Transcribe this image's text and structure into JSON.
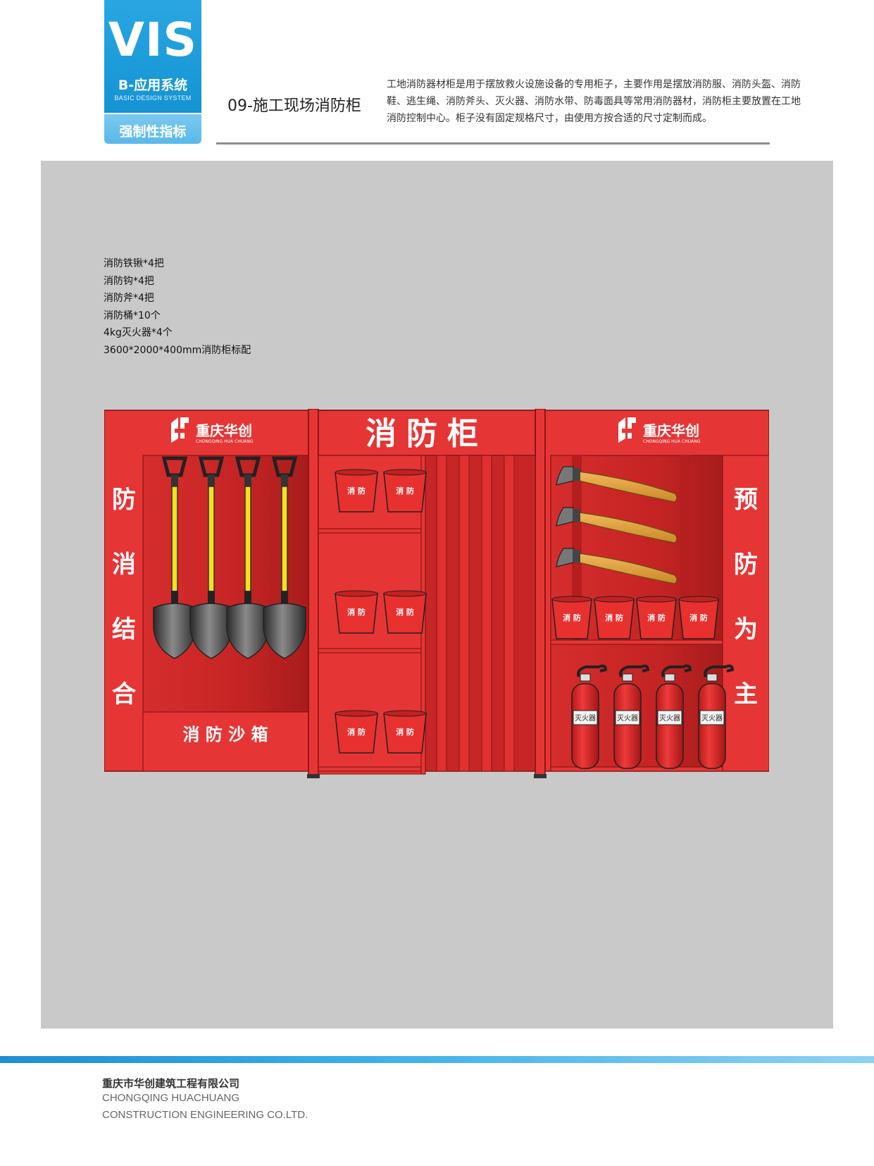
{
  "header": {
    "badge_title": "VIS",
    "badge_subtitle": "B-应用系统",
    "badge_subtitle_en": "BASIC DESIGN SYSTEM",
    "badge_tag": "强制性指标",
    "section_title": "09-施工现场消防柜",
    "description": "工地消防器材柜是用于摆放救火设施设备的专用柜子，主要作用是摆放消防服、消防头盔、消防鞋、逃生绳、消防斧头、灭火器、消防水带、防毒面具等常用消防器材，消防柜主要放置在工地消防控制中心。柜子没有固定规格尺寸，由使用方按合适的尺寸定制而成。"
  },
  "spec_list": [
    "消防铁锹*4把",
    "消防钩*4把",
    "消防斧*4把",
    "消防桶*10个",
    "4kg灭火器*4个",
    "3600*2000*400mm消防柜标配"
  ],
  "cabinet": {
    "brand_name": "重庆华创",
    "brand_name_en": "CHONGQING HUA CHUANG",
    "center_title": "消防柜",
    "left_slogan": [
      "防",
      "消",
      "结",
      "合"
    ],
    "right_slogan": [
      "预",
      "防",
      "为",
      "主"
    ],
    "sand_box_label": "消 防 沙 箱",
    "bucket_label": "消 防",
    "extinguisher_label": "灭火器",
    "colors": {
      "cabinet_red": "#e63535",
      "cabinet_dark": "#c42222",
      "axe_handle": "#e0a83a",
      "shovel_handle": "#f2e21a"
    }
  },
  "footer": {
    "company_cn": "重庆市华创建筑工程有限公司",
    "company_en_line1": "CHONGQING HUACHUANG",
    "company_en_line2": "CONSTRUCTION ENGINEERING CO.LTD."
  }
}
